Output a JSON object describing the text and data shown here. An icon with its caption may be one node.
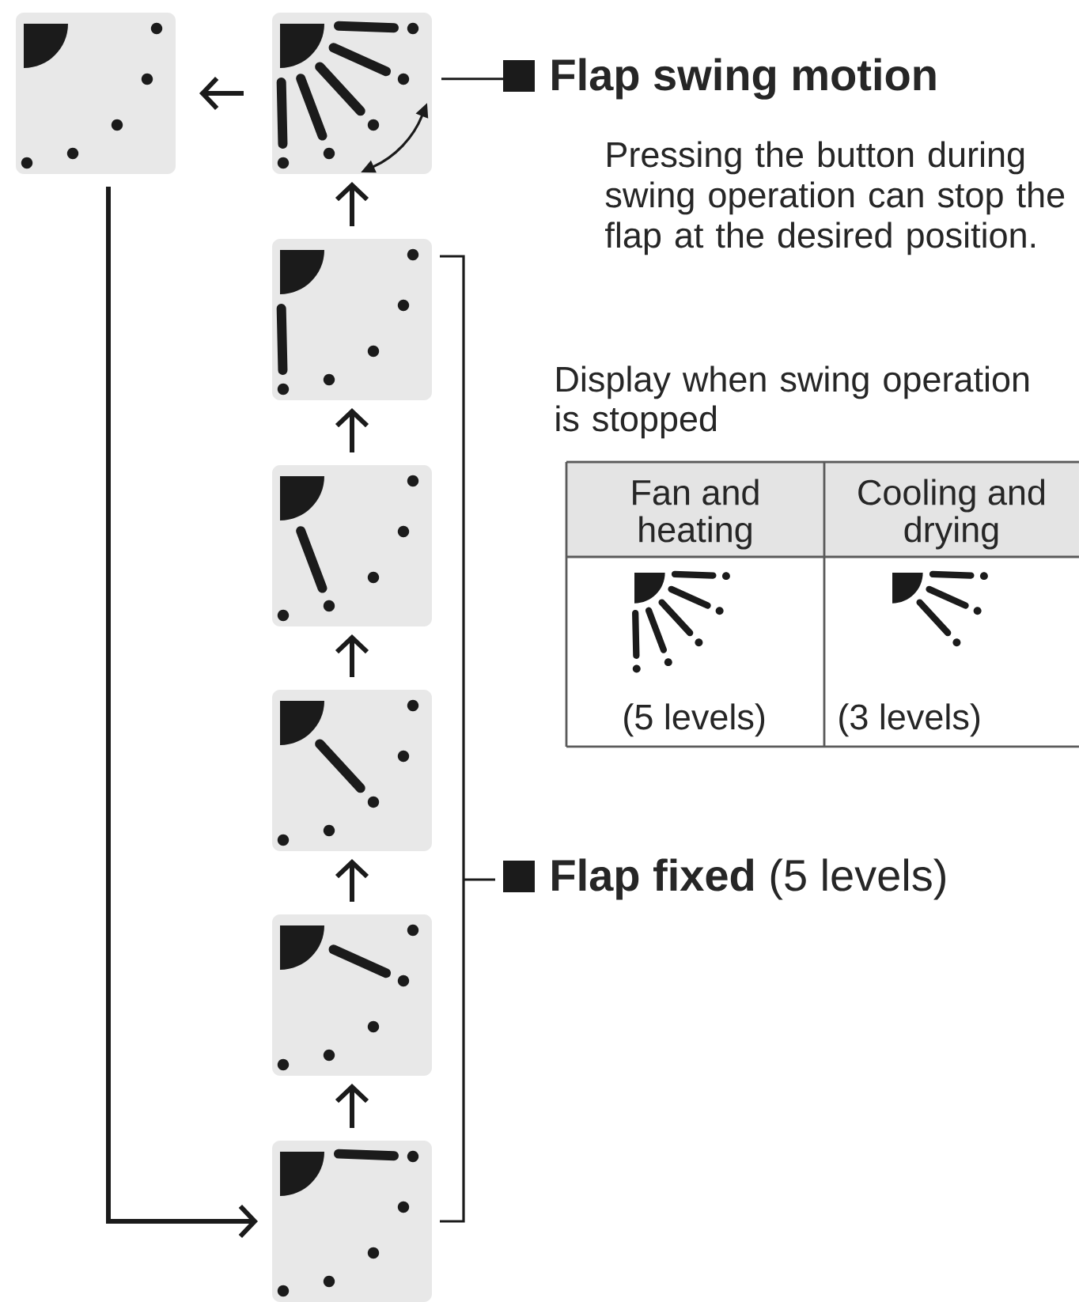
{
  "diagram": {
    "nodes": [
      {
        "text": [],
        "shape": "picture"
      },
      {
        "text": [],
        "shape": "picture"
      },
      {
        "text": [
          "Flap swing motion"
        ]
      },
      {
        "text": [],
        "shape": "picture"
      },
      {
        "text": [],
        "shape": "picture"
      },
      {
        "text": [],
        "shape": "picture"
      },
      {
        "text": [],
        "shape": "picture"
      },
      {
        "text": [],
        "shape": "picture"
      },
      {
        "text": [
          "**Flap fixed** (5 levels)"
        ]
      }
    ],
    "edges": [
      {
        "from": 1,
        "to": 0,
        "arrow": "to"
      },
      {
        "from": 2,
        "to": 1,
        "arrow": "none"
      },
      {
        "from": 3,
        "to": 1,
        "arrow": "to"
      },
      {
        "from": 4,
        "to": 3,
        "arrow": "to"
      },
      {
        "from": 5,
        "to": 4,
        "arrow": "to"
      },
      {
        "from": 6,
        "to": 5,
        "arrow": "to"
      },
      {
        "from": 7,
        "to": 6,
        "arrow": "to"
      },
      {
        "from": 0,
        "to": 7,
        "arrow": "to"
      }
    ],
    "labels": [
      "Pressing the button during swing operation can stop the flap at the desired position.",
      "Display when swing operation is stopped",
      "Fan and heating",
      "Cooling and drying",
      "(5 levels)",
      "(3 levels)"
    ]
  }
}
